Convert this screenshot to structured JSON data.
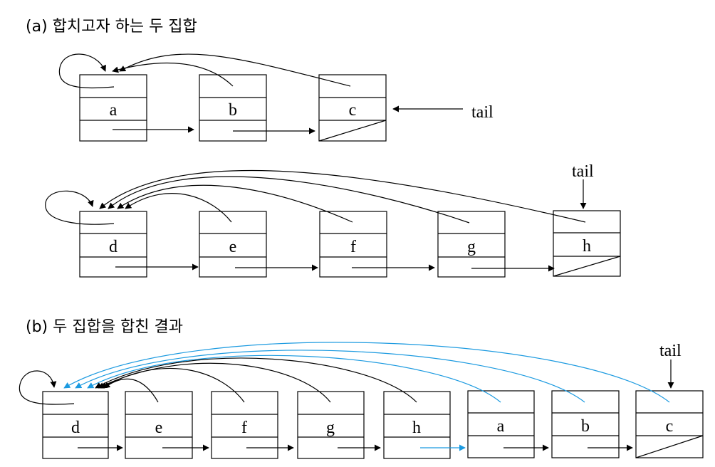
{
  "section_a": {
    "title": "(a) 합치고자 하는 두 집합",
    "set1_nodes": [
      "a",
      "b",
      "c"
    ],
    "set2_nodes": [
      "d",
      "e",
      "f",
      "g",
      "h"
    ],
    "tail_label_1": "tail",
    "tail_label_2": "tail"
  },
  "section_b": {
    "title": "(b) 두 집합을 합친 결과",
    "nodes": [
      "d",
      "e",
      "f",
      "g",
      "h",
      "a",
      "b",
      "c"
    ],
    "tail_label": "tail"
  },
  "colors": {
    "line": "#000000",
    "highlight": "#1b9ae0"
  }
}
